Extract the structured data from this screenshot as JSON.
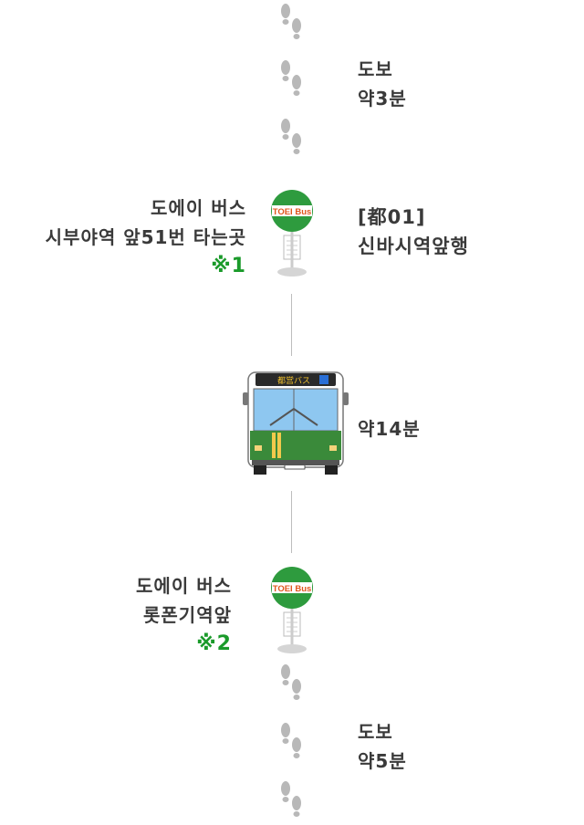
{
  "walk_top": {
    "line1": "도보",
    "line2": "약3분"
  },
  "stop_board": {
    "line1": "도에이 버스",
    "line2": "시부야역 앞51번 타는곳",
    "note": "※1",
    "route_line1": "[都01]",
    "route_line2": "신바시역앞행",
    "sign_text": "TOEI Bus"
  },
  "ride": {
    "duration": "약14분",
    "bus_sign": "都営バス"
  },
  "stop_alight": {
    "line1": "도에이 버스",
    "line2": "롯폰기역앞",
    "note": "※2",
    "sign_text": "TOEI Bus"
  },
  "walk_bottom": {
    "line1": "도보",
    "line2": "약5분"
  },
  "colors": {
    "green": "#1a9a2a",
    "sign_green": "#2e9b3e",
    "bus_green": "#3a8a3a",
    "line": "#bdbdbd"
  }
}
